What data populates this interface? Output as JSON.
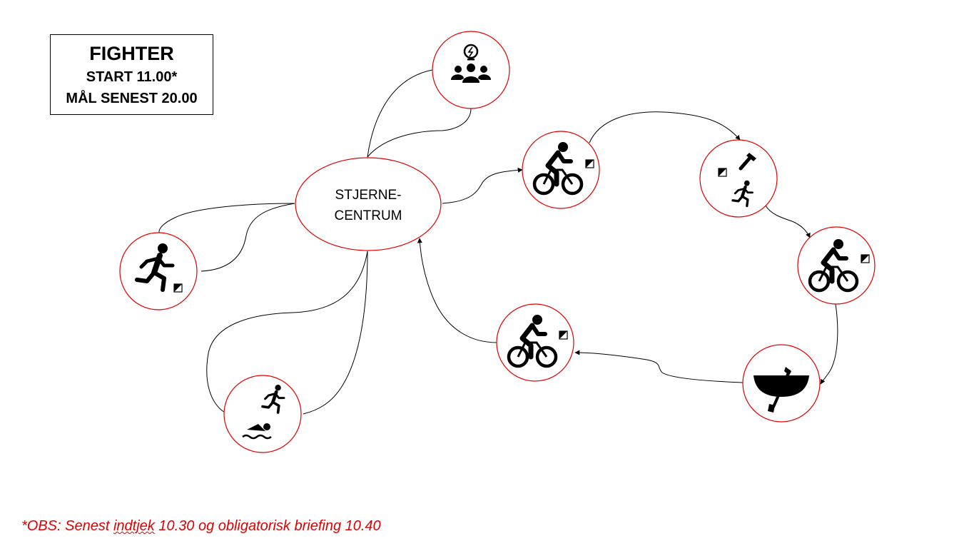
{
  "header": {
    "title": "FIGHTER",
    "start": "START 11.00*",
    "finish": "MÅL SENEST 20.00"
  },
  "center": {
    "line1": "STJERNE-",
    "line2": "CENTRUM"
  },
  "footnote": {
    "before": "*OBS: Senest ",
    "underlined": "indtjek",
    "after": " 10.30 og obligatorisk briefing 10.40"
  },
  "colors": {
    "node_border": "#e00000",
    "footnote": "#e00000",
    "line": "#000000"
  },
  "nodes": [
    {
      "id": "briefing",
      "icon": "team-idea-icon"
    },
    {
      "id": "bike-1",
      "icon": "cyclist-icon",
      "flag": "orienteering-flag-icon"
    },
    {
      "id": "flashlight-run",
      "icon": "flashlight-runner-icon",
      "flag": "orienteering-flag-icon"
    },
    {
      "id": "bike-2",
      "icon": "cyclist-icon",
      "flag": "orienteering-flag-icon"
    },
    {
      "id": "canoe",
      "icon": "canoe-paddle-icon"
    },
    {
      "id": "bike-3",
      "icon": "cyclist-icon",
      "flag": "orienteering-flag-icon"
    },
    {
      "id": "run-o",
      "icon": "runner-icon",
      "flag": "orienteering-flag-icon"
    },
    {
      "id": "swim-run",
      "icon": "swim-run-icon"
    }
  ]
}
